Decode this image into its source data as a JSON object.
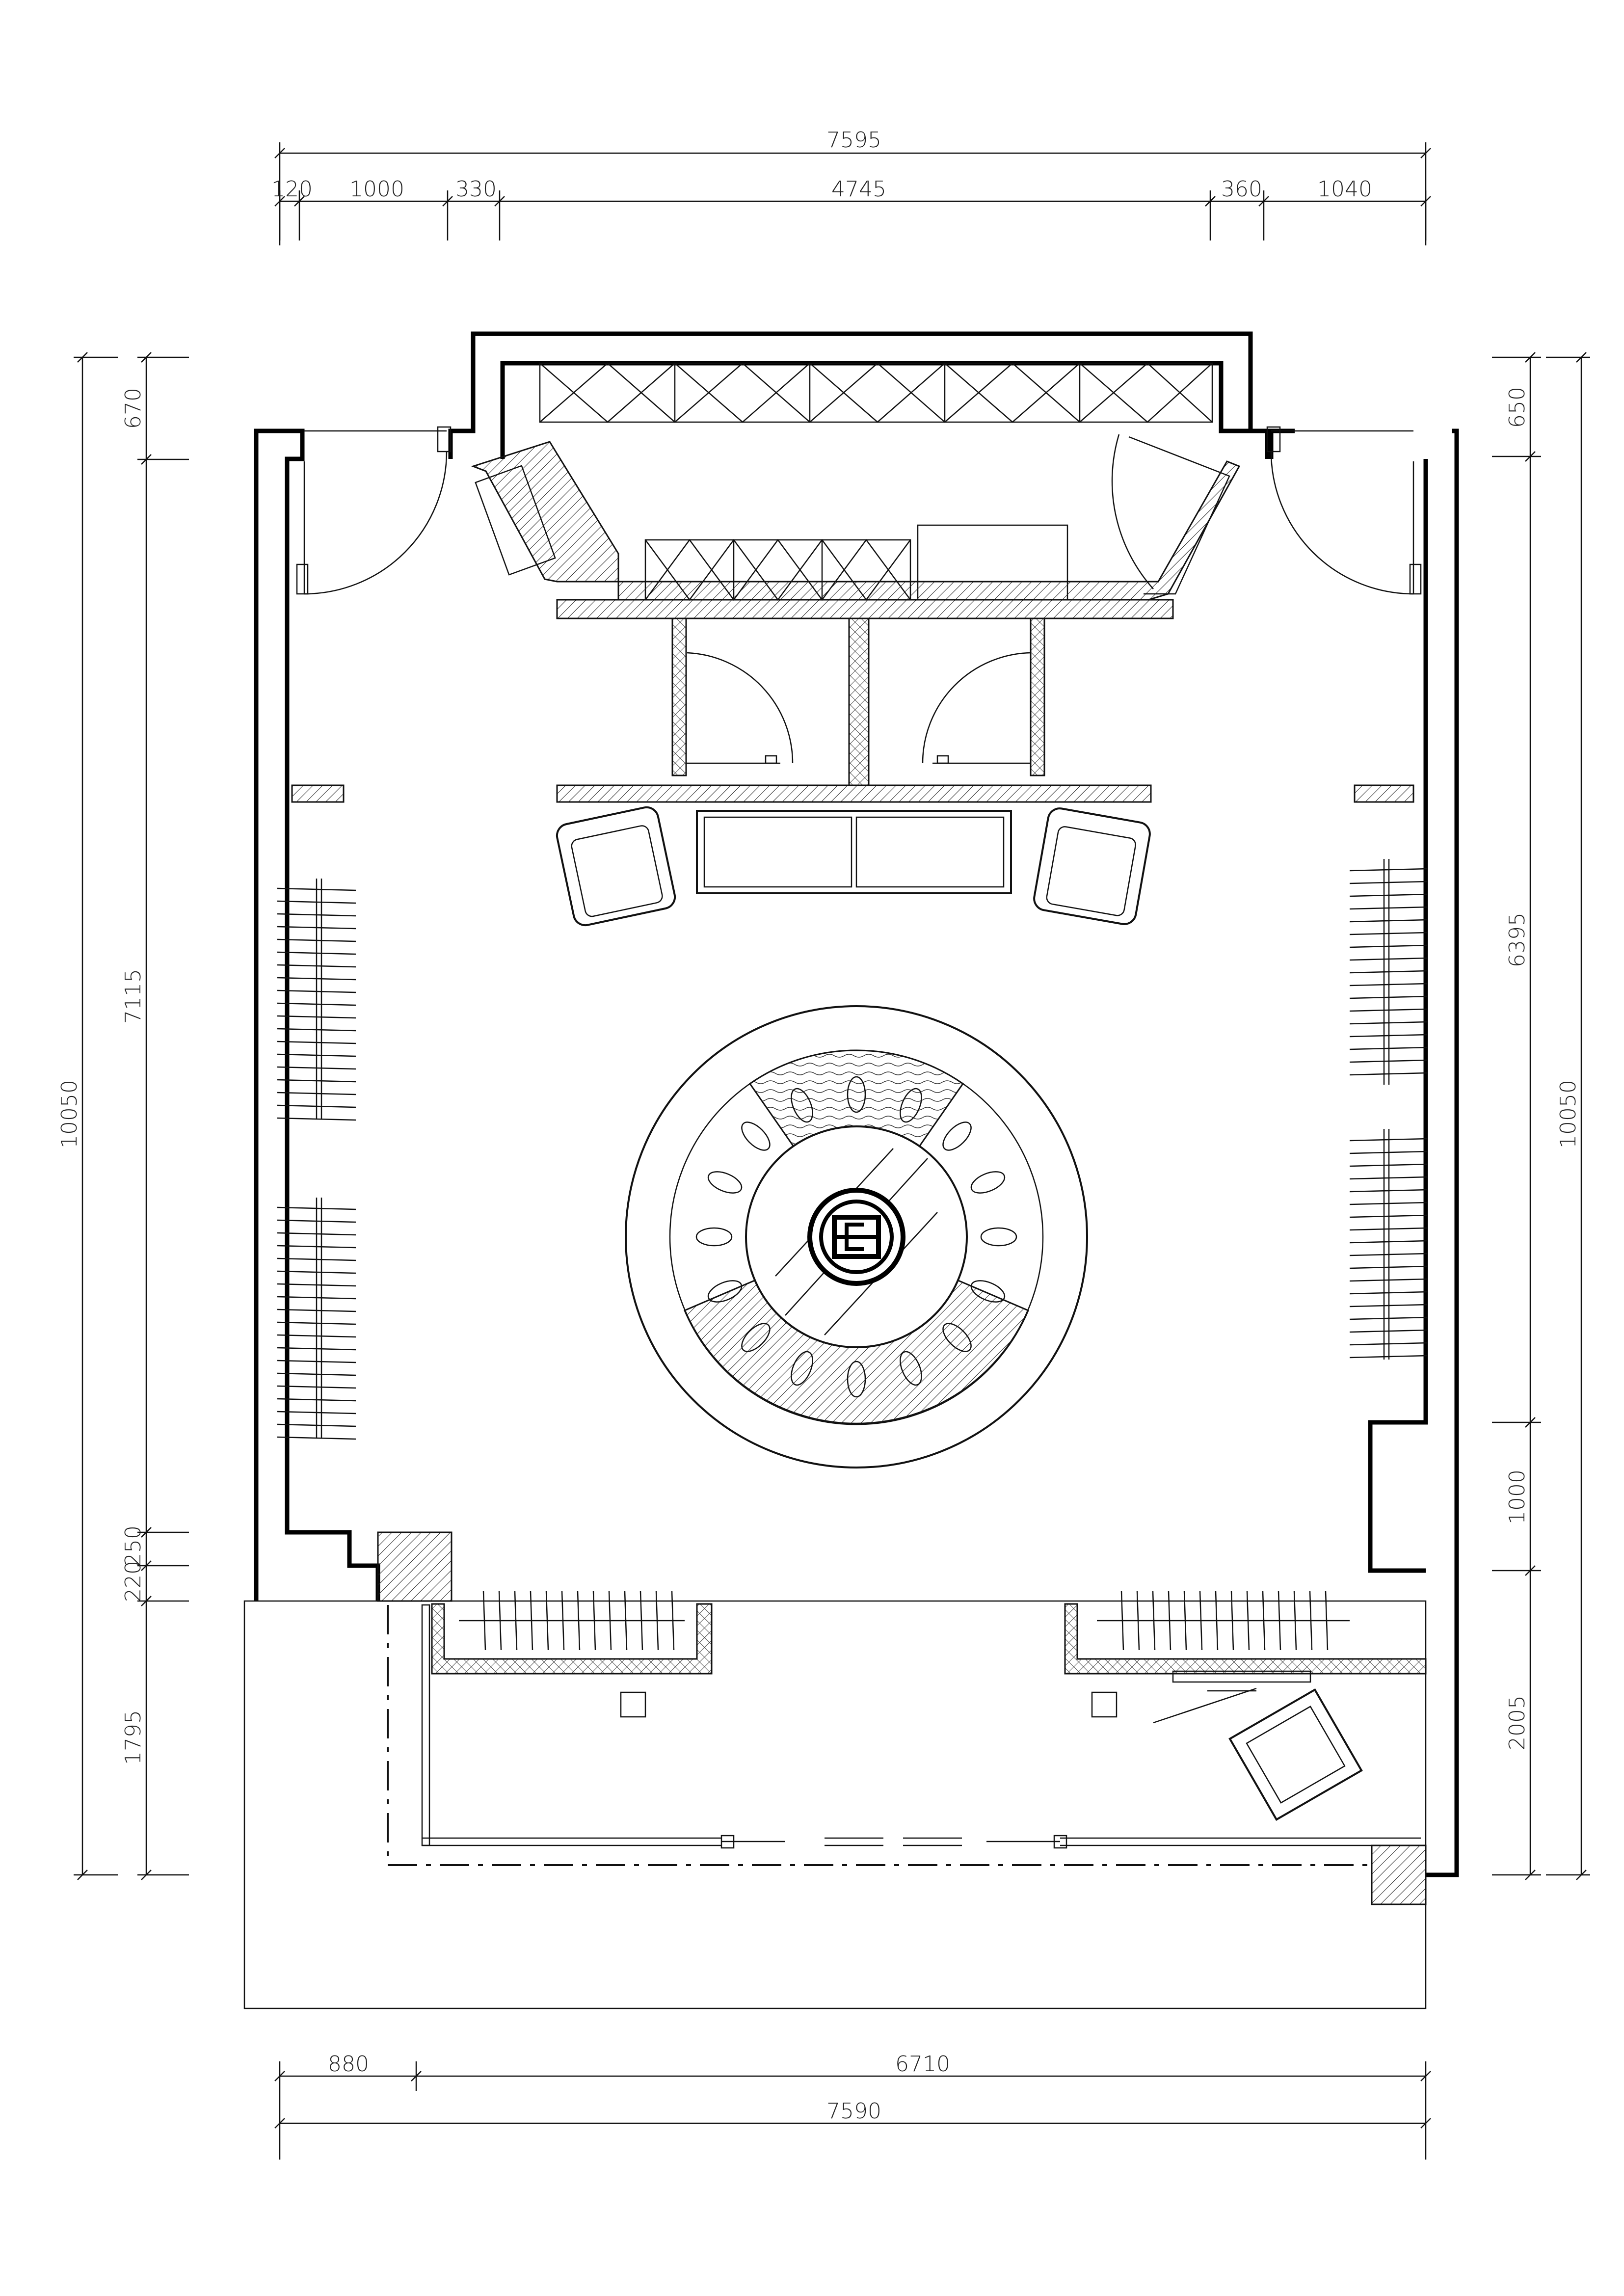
{
  "dimensions": {
    "top": {
      "total": "7595",
      "segments": [
        "120",
        "1000",
        "330",
        "4745",
        "360",
        "1040"
      ]
    },
    "bottom": {
      "total": "7590",
      "segments": [
        "880",
        "6710"
      ]
    },
    "left": {
      "total": "10050",
      "segments": [
        "670",
        "7115",
        "220",
        "250",
        "1795"
      ]
    },
    "right": {
      "total": "10050",
      "segments": [
        "650",
        "6395",
        "1000",
        "2005"
      ]
    }
  }
}
